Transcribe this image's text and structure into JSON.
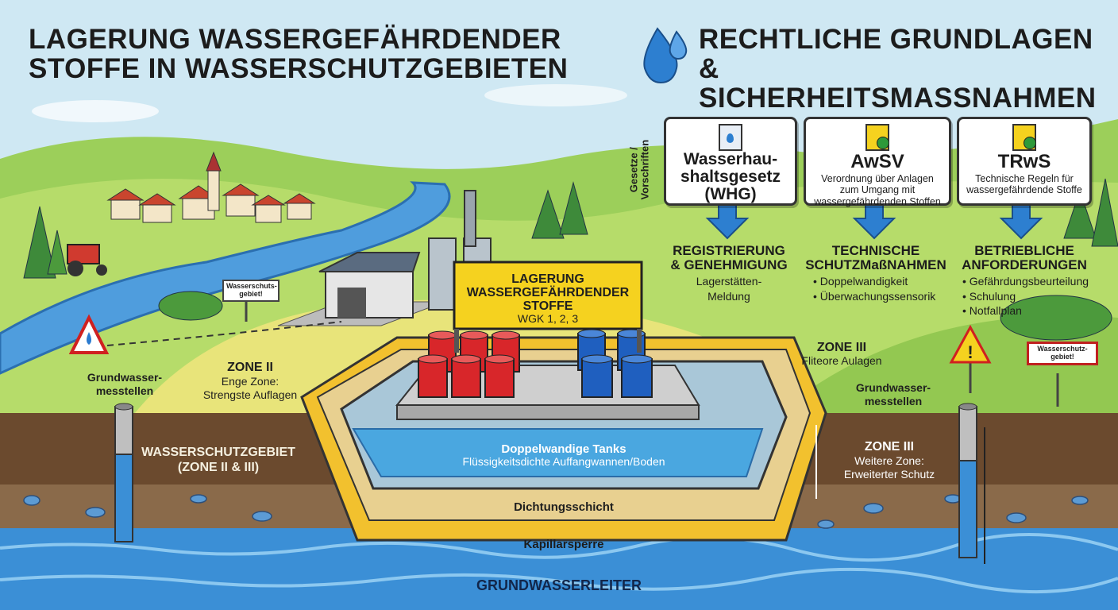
{
  "title_left": [
    "LAGERUNG WASSERGEFÄHRDENDER",
    "STOFFE IN  WASSERSCHUTZGEBIETEN"
  ],
  "title_right": [
    "RECHTLICHE GRUNDLAGEN &",
    "SICHERHEITSMASSNAHMEN"
  ],
  "laws_side_label": [
    "Gesetze /",
    "Vorschriften"
  ],
  "laws": [
    {
      "name": "Wasserhau-\nshaltsgesetz\n(WHG)",
      "desc": ""
    },
    {
      "name": "AwSV",
      "desc": "Verordnung über Anlagen\nzum Umgang mit\nwassergefährdenden Stoffen"
    },
    {
      "name": "TRwS",
      "desc": "Technische Regeln für\nwassergefährdende Stoffe"
    }
  ],
  "measures": [
    {
      "heading": "REGISTRIERUNG\n& GENEHMIGUNG",
      "items": [
        "Lagerstätten-\nMeldung"
      ]
    },
    {
      "heading": "TECHNISCHE\nSCHUTZMaßNAHMEN",
      "items": [
        "• Doppelwandigkeit",
        "• Überwachungssensorik"
      ]
    },
    {
      "heading": "BETRIEBLICHE\nANFORDERUNGEN",
      "items": [
        "• Gefährdungsbeurteilung",
        "• Schulung",
        "• Notfallplan"
      ]
    }
  ],
  "storage_sign": {
    "line1": "LAGERUNG",
    "line2": "WASSERGEFÄHRDENDER",
    "line3": "STOFFE",
    "line4": "WGK 1, 2, 3"
  },
  "signs": {
    "left": "Wasserschuts-\ngebiet!",
    "right": "Wasserschutz-\ngebiet!"
  },
  "zones": {
    "zone2_title": "ZONE II",
    "zone2_desc": "Enge Zone:\nStrengste Auflagen",
    "zone3_top_title": "ZONE III",
    "zone3_top_desc": "Fliteore Aulagen",
    "zone3_title": "ZONE III",
    "zone3_desc": "Weitere Zone:\nErweiterter Schutz",
    "wsg": "WASSERSCHUTZGEBIET\n(ZONE II & III)"
  },
  "wells": {
    "left": "Grundwasser-\nmesstellen",
    "right": "Grundwasser-\nmesstellen"
  },
  "layers": {
    "tanks_title": "Doppelwandige Tanks",
    "tanks_desc": "Flüssigkeitsdichte Auffangwannen/Boden",
    "seal": "Dichtungsschicht",
    "capillary": "Kapillarsperre",
    "aquifer": "GRUNDWASSERLEITER"
  },
  "colors": {
    "red_drum": "#d8262a",
    "blue_drum": "#1f5fbf",
    "sign_yellow": "#f5d21f",
    "water": "#3b8fd6",
    "grass": "#8cc63f",
    "soil": "#6b4a2e"
  }
}
